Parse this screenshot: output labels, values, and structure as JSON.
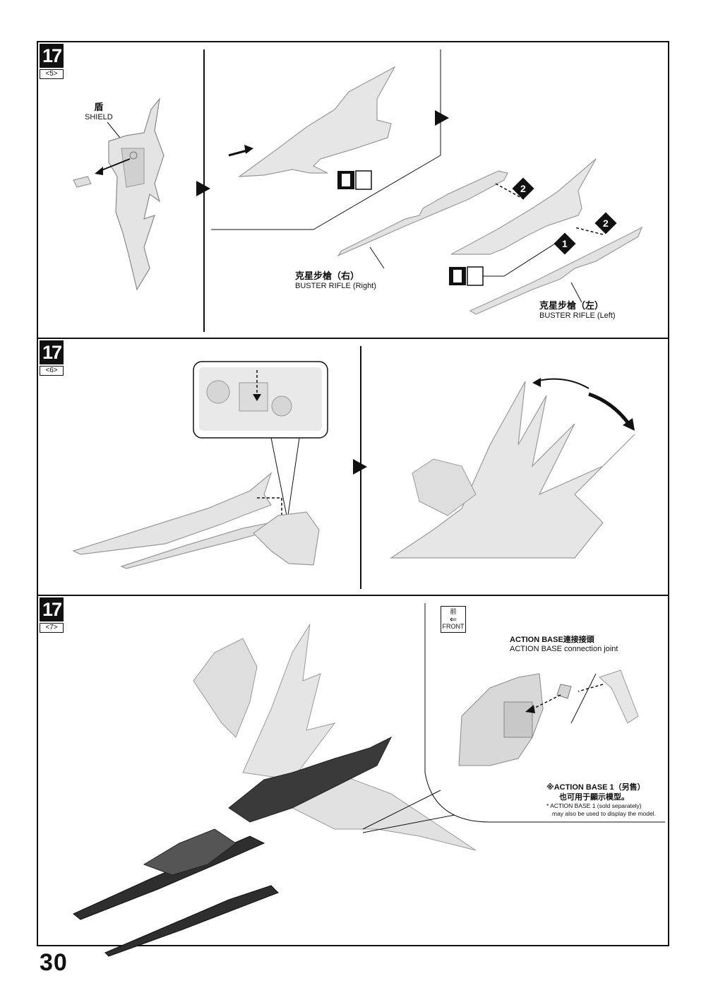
{
  "page_number": "30",
  "steps": [
    {
      "number": "17",
      "sub": "<5>",
      "labels": {
        "shield_zh": "盾",
        "shield_en": "SHIELD",
        "rifle_right_zh": "克星步槍（右）",
        "rifle_right_en": "BUSTER RIFLE (Right)",
        "rifle_left_zh": "克星步槍（左）",
        "rifle_left_en": "BUSTER RIFLE (Left)"
      },
      "order_badges": [
        "2",
        "2",
        "1"
      ]
    },
    {
      "number": "17",
      "sub": "<6>"
    },
    {
      "number": "17",
      "sub": "<7>",
      "front_zh": "前",
      "front_en": "FRONT",
      "joint_zh": "ACTION BASE連接接頭",
      "joint_en": "ACTION BASE connection joint",
      "base_zh_1": "※ACTION BASE 1（另售）",
      "base_zh_2": "也可用于顯示模型。",
      "base_en_1": "* ACTION BASE 1 (sold separately)",
      "base_en_2": "may also be used to display the model."
    }
  ]
}
